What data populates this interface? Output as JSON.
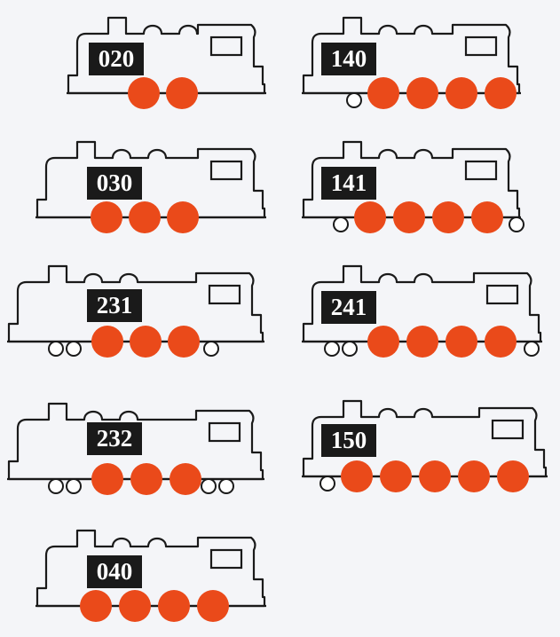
{
  "colors": {
    "background": "#f4f5f8",
    "outline": "#1a1a1a",
    "driving_wheel": "#ea4a1a",
    "label_bg": "#1a1a1a",
    "label_text": "#ffffff"
  },
  "locomotives": [
    {
      "code": "020",
      "leading_wheels": 0,
      "driving_wheels": 2,
      "trailing_wheels": 0
    },
    {
      "code": "140",
      "leading_wheels": 1,
      "driving_wheels": 4,
      "trailing_wheels": 0
    },
    {
      "code": "030",
      "leading_wheels": 0,
      "driving_wheels": 3,
      "trailing_wheels": 0
    },
    {
      "code": "141",
      "leading_wheels": 1,
      "driving_wheels": 4,
      "trailing_wheels": 1
    },
    {
      "code": "231",
      "leading_wheels": 2,
      "driving_wheels": 3,
      "trailing_wheels": 1
    },
    {
      "code": "241",
      "leading_wheels": 2,
      "driving_wheels": 4,
      "trailing_wheels": 1
    },
    {
      "code": "232",
      "leading_wheels": 2,
      "driving_wheels": 3,
      "trailing_wheels": 2
    },
    {
      "code": "150",
      "leading_wheels": 1,
      "driving_wheels": 5,
      "trailing_wheels": 0
    },
    {
      "code": "040",
      "leading_wheels": 0,
      "driving_wheels": 4,
      "trailing_wheels": 0
    }
  ]
}
